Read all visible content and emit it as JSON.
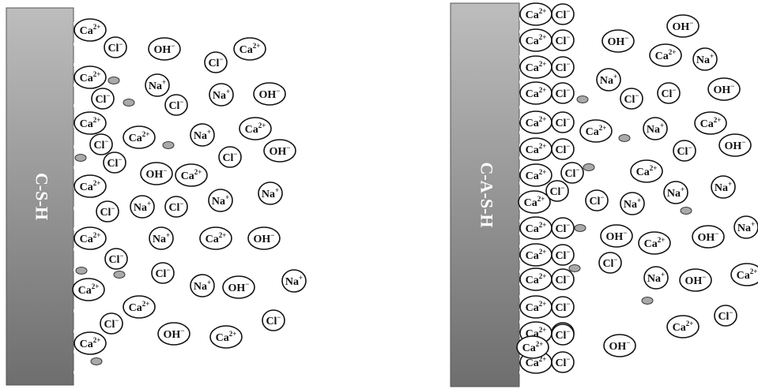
{
  "panels": [
    {
      "id": "left",
      "wall_label": "C-S-H",
      "wall_color_top": "#bdbdbd",
      "wall_color_bottom": "#6e6e6e",
      "ions": [
        {
          "kind": "Ca",
          "text": "Ca2+"
        },
        {
          "kind": "Cl",
          "text": "Cl-"
        },
        {
          "kind": "OH",
          "text": "OH-"
        },
        {
          "kind": "Ca",
          "text": "Ca2+"
        },
        {
          "kind": "Cl",
          "text": "Cl-"
        },
        {
          "kind": "Ca",
          "text": "Ca2+"
        },
        {
          "kind": "Na",
          "text": "Na+"
        },
        {
          "kind": "Na",
          "text": "Na+"
        },
        {
          "kind": "OH",
          "text": "OH-"
        },
        {
          "kind": "Cl",
          "text": "Cl-"
        },
        {
          "kind": "Cl",
          "text": "Cl-"
        },
        {
          "kind": "Ca",
          "text": "Ca2+"
        },
        {
          "kind": "Ca",
          "text": "Ca2+"
        },
        {
          "kind": "Na",
          "text": "Na+"
        },
        {
          "kind": "Ca",
          "text": "Ca2+"
        },
        {
          "kind": "Cl",
          "text": "Cl-"
        },
        {
          "kind": "OH",
          "text": "OH-"
        },
        {
          "kind": "Cl",
          "text": "Cl-"
        },
        {
          "kind": "Cl",
          "text": "Cl-"
        },
        {
          "kind": "OH",
          "text": "OH-"
        },
        {
          "kind": "Ca",
          "text": "Ca2+"
        },
        {
          "kind": "Ca",
          "text": "Ca2+"
        },
        {
          "kind": "Na",
          "text": "Na+"
        },
        {
          "kind": "Na",
          "text": "Na+"
        },
        {
          "kind": "Cl",
          "text": "Cl-"
        },
        {
          "kind": "Na",
          "text": "Na+"
        },
        {
          "kind": "Cl",
          "text": "Cl-"
        },
        {
          "kind": "Ca",
          "text": "Ca2+"
        },
        {
          "kind": "Na",
          "text": "Na+"
        },
        {
          "kind": "Ca",
          "text": "Ca2+"
        },
        {
          "kind": "OH",
          "text": "OH-"
        },
        {
          "kind": "Cl",
          "text": "Cl-"
        },
        {
          "kind": "Cl",
          "text": "Cl-"
        },
        {
          "kind": "Ca",
          "text": "Ca2+"
        },
        {
          "kind": "Na",
          "text": "Na+"
        },
        {
          "kind": "OH",
          "text": "OH-"
        },
        {
          "kind": "Na",
          "text": "Na+"
        },
        {
          "kind": "Ca",
          "text": "Ca2+"
        },
        {
          "kind": "Cl",
          "text": "Cl-"
        },
        {
          "kind": "Cl",
          "text": "Cl-"
        },
        {
          "kind": "Ca",
          "text": "Ca2+"
        },
        {
          "kind": "OH",
          "text": "OH-"
        },
        {
          "kind": "Ca",
          "text": "Ca2+"
        }
      ]
    },
    {
      "id": "right",
      "wall_label": "C-A-S-H",
      "wall_color_top": "#bdbdbd",
      "wall_color_bottom": "#6e6e6e",
      "ions": [
        {
          "kind": "Ca",
          "text": "Ca2+"
        },
        {
          "kind": "Cl",
          "text": "Cl-"
        },
        {
          "kind": "Ca",
          "text": "Ca2+"
        },
        {
          "kind": "Cl",
          "text": "Cl-"
        },
        {
          "kind": "Ca",
          "text": "Ca2+"
        },
        {
          "kind": "Cl",
          "text": "Cl-"
        },
        {
          "kind": "Ca",
          "text": "Ca2+"
        },
        {
          "kind": "Cl",
          "text": "Cl-"
        },
        {
          "kind": "Ca",
          "text": "Ca2+"
        },
        {
          "kind": "Cl",
          "text": "Cl-"
        },
        {
          "kind": "Ca",
          "text": "Ca2+"
        },
        {
          "kind": "Cl",
          "text": "Cl-"
        },
        {
          "kind": "Ca",
          "text": "Ca2+"
        },
        {
          "kind": "Cl",
          "text": "Cl-"
        },
        {
          "kind": "Ca",
          "text": "Ca2+"
        },
        {
          "kind": "Cl",
          "text": "Cl-"
        },
        {
          "kind": "Ca",
          "text": "Ca2+"
        },
        {
          "kind": "Cl",
          "text": "Cl-"
        },
        {
          "kind": "Ca",
          "text": "Ca2+"
        },
        {
          "kind": "Cl",
          "text": "Cl-"
        },
        {
          "kind": "Ca",
          "text": "Ca2+"
        },
        {
          "kind": "Cl",
          "text": "Cl-"
        },
        {
          "kind": "Ca",
          "text": "Ca2+"
        },
        {
          "kind": "Cl",
          "text": "Cl-"
        },
        {
          "kind": "Ca",
          "text": "Ca2+"
        },
        {
          "kind": "Cl",
          "text": "Cl-"
        },
        {
          "kind": "Ca",
          "text": "Ca2+"
        },
        {
          "kind": "Cl",
          "text": "Cl-"
        },
        {
          "kind": "Ca",
          "text": "Ca2+"
        },
        {
          "kind": "Cl",
          "text": "Cl-"
        },
        {
          "kind": "OH",
          "text": "OH-"
        },
        {
          "kind": "OH",
          "text": "OH-"
        },
        {
          "kind": "Ca",
          "text": "Ca2+"
        },
        {
          "kind": "Na",
          "text": "Na+"
        },
        {
          "kind": "Na",
          "text": "Na+"
        },
        {
          "kind": "OH",
          "text": "OH-"
        },
        {
          "kind": "Cl",
          "text": "Cl-"
        },
        {
          "kind": "Cl",
          "text": "Cl-"
        },
        {
          "kind": "Ca",
          "text": "Ca2+"
        },
        {
          "kind": "Na",
          "text": "Na+"
        },
        {
          "kind": "Ca",
          "text": "Ca2+"
        },
        {
          "kind": "Cl",
          "text": "Cl-"
        },
        {
          "kind": "OH",
          "text": "OH-"
        },
        {
          "kind": "Ca",
          "text": "Ca2+"
        },
        {
          "kind": "Na",
          "text": "Na+"
        },
        {
          "kind": "Na",
          "text": "Na+"
        },
        {
          "kind": "Cl",
          "text": "Cl-"
        },
        {
          "kind": "Na",
          "text": "Na+"
        },
        {
          "kind": "OH",
          "text": "OH-"
        },
        {
          "kind": "Ca",
          "text": "Ca2+"
        },
        {
          "kind": "OH",
          "text": "OH-"
        },
        {
          "kind": "Cl",
          "text": "Cl-"
        },
        {
          "kind": "Na",
          "text": "Na+"
        },
        {
          "kind": "OH",
          "text": "OH-"
        },
        {
          "kind": "Na",
          "text": "Na+"
        },
        {
          "kind": "Ca",
          "text": "Ca2+"
        },
        {
          "kind": "Ca",
          "text": "Ca2+"
        },
        {
          "kind": "Cl",
          "text": "Cl-"
        },
        {
          "kind": "OH",
          "text": "OH-"
        }
      ]
    }
  ],
  "colors": {
    "ion_outline": "#111111",
    "ion_fill": "#ffffff",
    "small_particle": "#a9a9a9",
    "text": "#111111"
  }
}
